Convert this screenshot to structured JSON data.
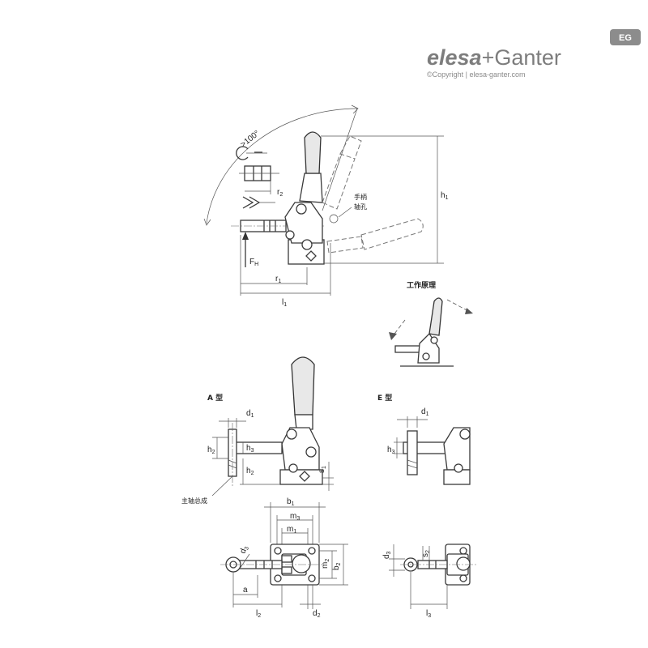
{
  "brand": {
    "name_left": "elesa",
    "plus": "+",
    "name_right": "Ganter",
    "copyright": "©Copyright | elesa-ganter.com",
    "badge": "EG"
  },
  "labels": {
    "angle": ">100°",
    "r2": "r",
    "r2_sub": "2",
    "h1": "h",
    "h1_sub": "1",
    "fh": "F",
    "fh_sub": "H",
    "r1": "r",
    "r1_sub": "1",
    "l1": "l",
    "l1_sub": "1",
    "handle_pivot_1": "手柄",
    "handle_pivot_2": "轴孔",
    "working_principle": "工作原理",
    "type_a": "A 型",
    "type_e": "E 型",
    "d1": "d",
    "d1_sub": "1",
    "h2": "h",
    "h2_sub": "2",
    "h3": "h",
    "h3_sub": "3",
    "h2b": "h",
    "h2b_sub": "2",
    "s1": "s",
    "s1_sub": "1",
    "spindle_assembly": "主轴总成",
    "d1e": "d",
    "d1e_sub": "1",
    "h3e": "h",
    "h3e_sub": "3",
    "b1": "b",
    "b1_sub": "1",
    "m3": "m",
    "m3_sub": "3",
    "m1": "m",
    "m1_sub": "1",
    "b2": "b",
    "b2_sub": "2",
    "m2": "m",
    "m2_sub": "2",
    "d3": "d",
    "d3_sub": "3",
    "a": "a",
    "l2": "l",
    "l2_sub": "2",
    "d2": "d",
    "d2_sub": "2",
    "d3e": "d",
    "d3e_sub": "3",
    "s2": "s",
    "s2_sub": "2",
    "l3": "l",
    "l3_sub": "3"
  }
}
